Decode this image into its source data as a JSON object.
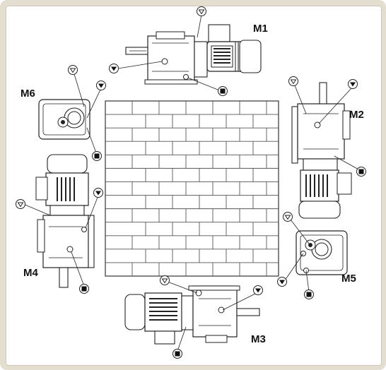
{
  "diagram": {
    "positions": [
      {
        "id": "M1",
        "label": "M1"
      },
      {
        "id": "M2",
        "label": "M2"
      },
      {
        "id": "M3",
        "label": "M3"
      },
      {
        "id": "M4",
        "label": "M4"
      },
      {
        "id": "M5",
        "label": "M5"
      },
      {
        "id": "M6",
        "label": "M6"
      }
    ],
    "markers": {
      "breather": "breather-valve-icon",
      "level": "oil-level-plug-icon",
      "drain": "oil-drain-plug-icon"
    }
  }
}
